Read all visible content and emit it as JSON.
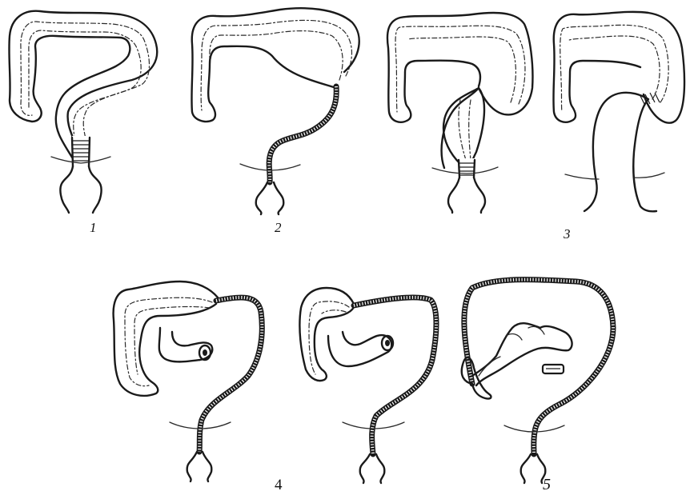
{
  "figure": {
    "labels": {
      "panel_1": "1",
      "panel_2": "2",
      "panel_3": "3",
      "panel_4": "4",
      "panel_5": "5"
    },
    "icons": [
      "large-intestine-diagram",
      "small-intestine-tube",
      "anus-outline"
    ],
    "colors": {
      "ink": "#1a1a1a",
      "background": "#ffffff"
    }
  }
}
